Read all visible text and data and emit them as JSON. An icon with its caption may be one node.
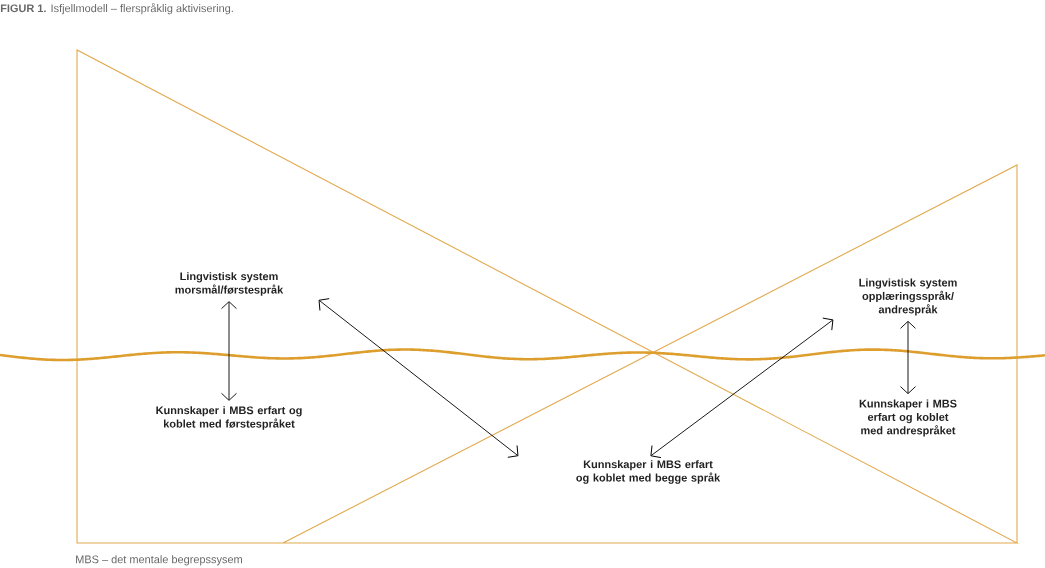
{
  "diagram": {
    "title": "**FIGUR 1.** Isfjellmodell – flerspråklig aktivisering.",
    "caption": "MBS – det mentale begrepssysem",
    "nodes": [
      {
        "text": [
          "Lingvistisk system morsmål/førstespråk"
        ]
      },
      {
        "text": [
          "Lingvistisk system opplæringsspråk/ andrespråk"
        ]
      },
      {
        "text": [
          "Kunnskaper i MBS erfart og koblet med førstespråket"
        ]
      },
      {
        "text": [
          "Kunnskaper i MBS erfart og koblet med andrespråket"
        ]
      },
      {
        "text": [
          "Kunnskaper i MBS erfart og koblet med begge språk"
        ]
      }
    ],
    "edges": [
      {
        "from": 0,
        "to": 2,
        "arrow": "both"
      },
      {
        "from": 0,
        "to": 4,
        "arrow": "both"
      },
      {
        "from": 1,
        "to": 4,
        "arrow": "both"
      },
      {
        "from": 1,
        "to": 3,
        "arrow": "both"
      }
    ]
  }
}
